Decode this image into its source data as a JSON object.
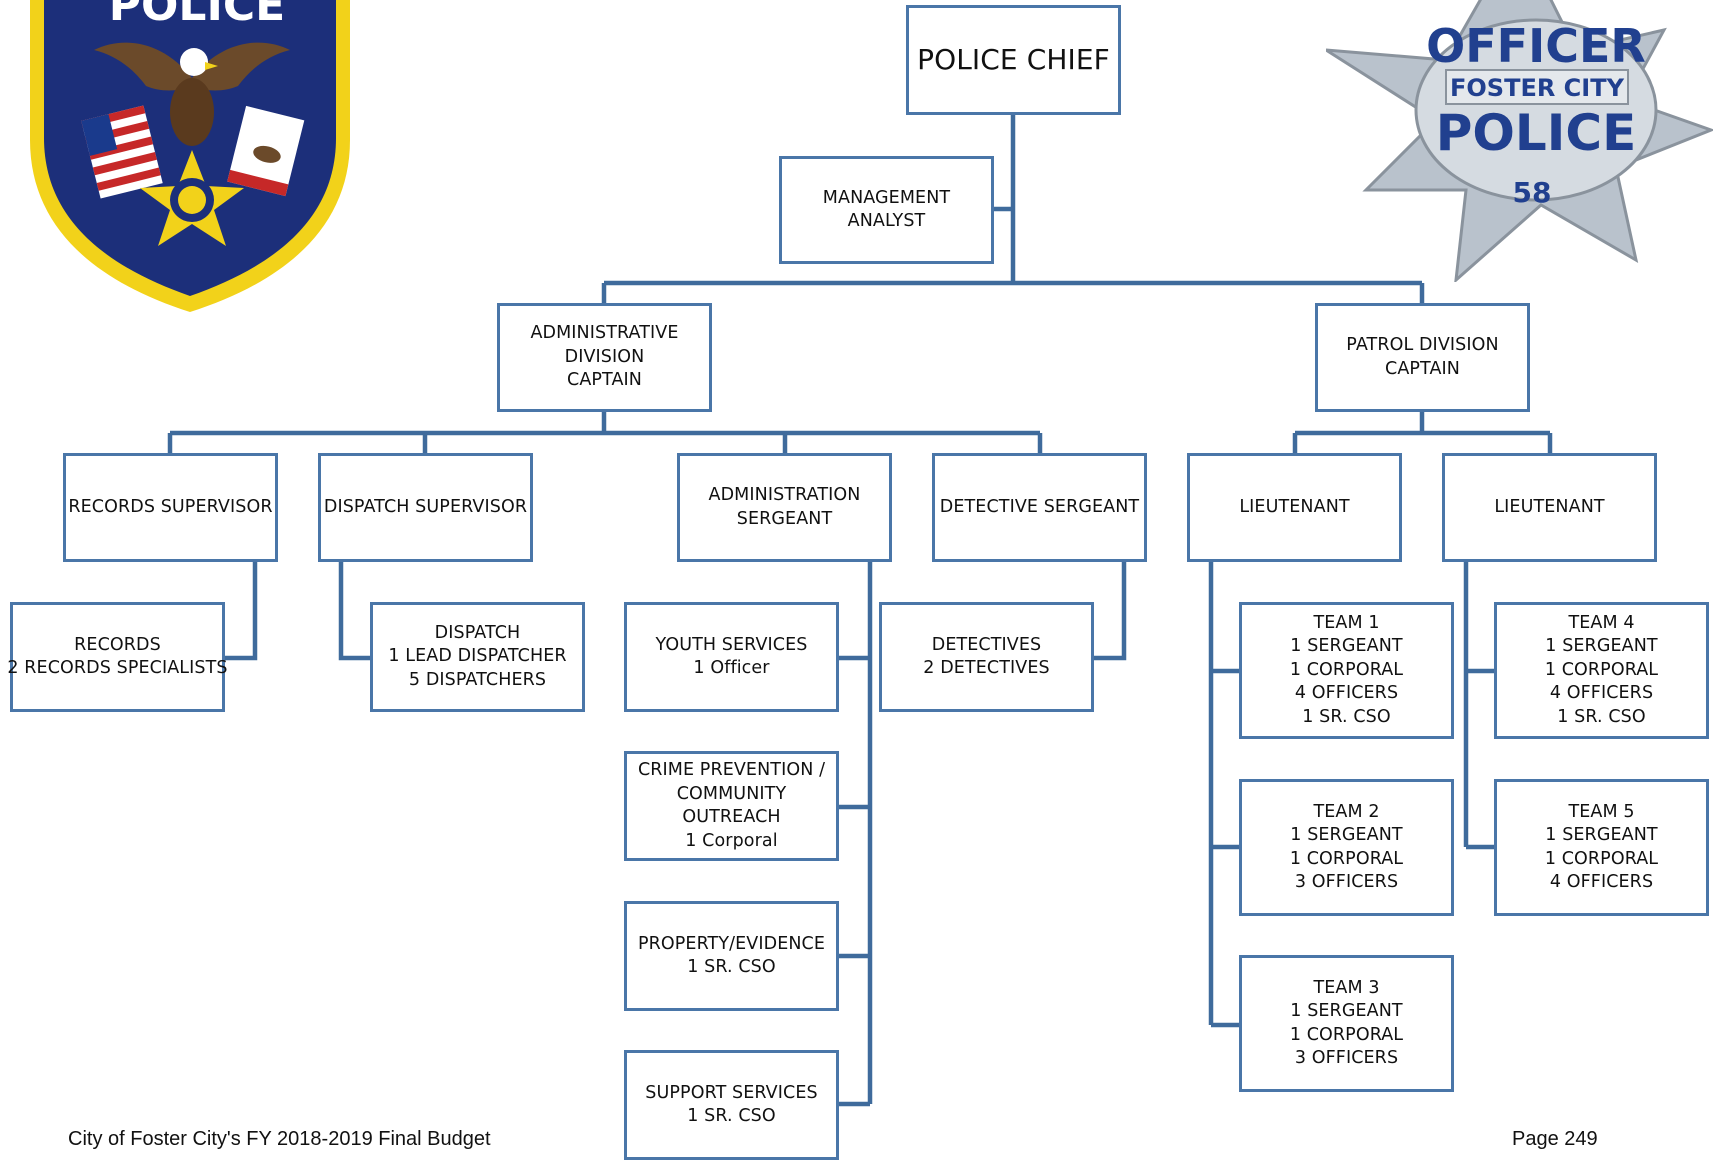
{
  "colors": {
    "box_border": "#4a76a8",
    "connector": "#3f6b9c",
    "patch_navy": "#1c2f7a",
    "patch_gold": "#f2d21a",
    "badge_silver": "#b9c2cc",
    "badge_blue": "#21408f"
  },
  "icons": {
    "left_logo": "police-patch-icon",
    "right_logo": "officer-badge-icon"
  },
  "logos": {
    "patch": {
      "text": "POLICE"
    },
    "badge": {
      "top": "OFFICER",
      "middle": "FOSTER CITY",
      "bottom": "POLICE",
      "number": "58"
    }
  },
  "org": {
    "chief": {
      "lines": [
        "POLICE CHIEF"
      ]
    },
    "analyst": {
      "lines": [
        "MANAGEMENT",
        "ANALYST"
      ]
    },
    "admin_captain": {
      "lines": [
        "ADMINISTRATIVE",
        "DIVISION",
        "CAPTAIN"
      ]
    },
    "patrol_captain": {
      "lines": [
        "PATROL DIVISION",
        "CAPTAIN"
      ]
    },
    "records_supervisor": {
      "lines": [
        "RECORDS SUPERVISOR"
      ]
    },
    "dispatch_supervisor": {
      "lines": [
        "DISPATCH SUPERVISOR"
      ]
    },
    "admin_sergeant": {
      "lines": [
        "ADMINISTRATION",
        "SERGEANT"
      ]
    },
    "detective_sergeant": {
      "lines": [
        "DETECTIVE SERGEANT"
      ]
    },
    "lieutenant_1": {
      "lines": [
        "LIEUTENANT"
      ]
    },
    "lieutenant_2": {
      "lines": [
        "LIEUTENANT"
      ]
    },
    "records": {
      "lines": [
        "RECORDS",
        "2 RECORDS SPECIALISTS"
      ]
    },
    "dispatch": {
      "lines": [
        "DISPATCH",
        "1 LEAD DISPATCHER",
        "5 DISPATCHERS"
      ]
    },
    "youth_services": {
      "lines": [
        "YOUTH SERVICES",
        "1 Officer"
      ]
    },
    "crime_prevention": {
      "lines": [
        "CRIME PREVENTION /",
        "COMMUNITY",
        "OUTREACH",
        "1 Corporal"
      ]
    },
    "property_evidence": {
      "lines": [
        "PROPERTY/EVIDENCE",
        "1 SR. CSO"
      ]
    },
    "support_services": {
      "lines": [
        "SUPPORT SERVICES",
        "1 SR. CSO"
      ]
    },
    "detectives": {
      "lines": [
        "DETECTIVES",
        "2 DETECTIVES"
      ]
    },
    "team_1": {
      "lines": [
        "TEAM 1",
        "1 SERGEANT",
        "1 CORPORAL",
        "4 OFFICERS",
        "1 SR. CSO"
      ]
    },
    "team_2": {
      "lines": [
        "TEAM 2",
        "1 SERGEANT",
        "1 CORPORAL",
        "3 OFFICERS"
      ]
    },
    "team_3": {
      "lines": [
        "TEAM 3",
        "1 SERGEANT",
        "1 CORPORAL",
        "3 OFFICERS"
      ]
    },
    "team_4": {
      "lines": [
        "TEAM 4",
        "1 SERGEANT",
        "1 CORPORAL",
        "4 OFFICERS",
        "1 SR. CSO"
      ]
    },
    "team_5": {
      "lines": [
        "TEAM 5",
        "1 SERGEANT",
        "1 CORPORAL",
        "4 OFFICERS"
      ]
    }
  },
  "footer": {
    "left": "City of Foster City's FY 2018-2019 Final Budget",
    "right": "Page 249"
  }
}
